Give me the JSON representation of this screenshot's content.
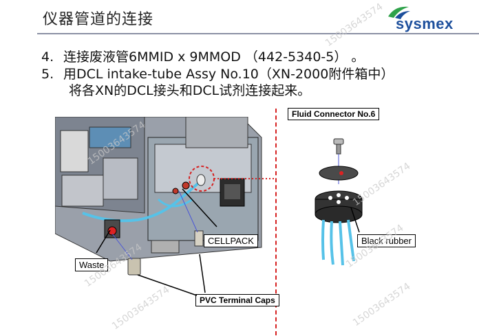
{
  "title": "仪器管道的连接",
  "logo": {
    "text": "sysmex",
    "brand_color": "#1d4f9c",
    "accent_color": "#2fa24a"
  },
  "steps": [
    {
      "number": "4.",
      "text": "连接废液管6MMID x 9MMOD （442-5340-5） 。"
    },
    {
      "number": "5.",
      "text": "用DCL intake-tube Assy No.10（XN-2000附件箱中）",
      "continuation": "将各XN的DCL接头和DCL试剂连接起来。"
    }
  ],
  "figure": {
    "callouts": {
      "fluid_connector": "Fluid Connector No.6",
      "cellpack": "CELLPACK",
      "waste": "Waste",
      "black_rubber": "Black rubber",
      "pvc_caps": "PVC Terminal Caps"
    }
  },
  "watermark": "15003643574"
}
